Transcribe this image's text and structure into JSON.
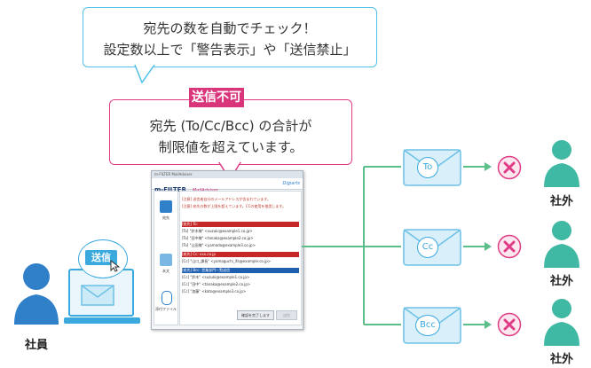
{
  "top_callout": {
    "line1": "宛先の数を自動でチェック！",
    "line2": "設定数以上で「警告表示」や「送信禁止」"
  },
  "badge": {
    "label": "送信不可"
  },
  "mid_callout": {
    "line1": "宛先 (To/Cc/Bcc) の合計が",
    "line2": "制限値を超えています。"
  },
  "employee": {
    "label": "社員"
  },
  "laptop": {
    "send_button": "送信"
  },
  "app_window": {
    "title": "m-FILTER MailAdviser",
    "brand": "m-FILTER",
    "product": "MailAdviser",
    "vendor": "Digiarts",
    "sidebar": [
      {
        "label": "宛先"
      },
      {
        "label": "本文"
      },
      {
        "label": "添付ファイル"
      }
    ],
    "warnings": [
      "[注意] 送信者自分のメールアドレスが含まれています。",
      "[注意] 宛先の数が上限を超えています。CCの使用を推奨します。"
    ],
    "sections": [
      {
        "header": "[宛先] To:",
        "rows": [
          "[To] \"鈴木様\" <suzuki@example1.co.jp>",
          "[To] \"田中様\" <tanaka@example2.co.jp>",
          "[To] \"山田様\" <yamada@example3.co.jp>"
        ]
      },
      {
        "header": "[宛先] Cc: xxx.co.jp",
        "rows": [
          "[Cc] \"山口_課長\" <yamaguchi_ifa@example.co.jp>"
        ]
      },
      {
        "header": "[宛先] Bcc: 営業部門一覧送信",
        "rows": [
          "[Cc] \"鈴木\" <suzuki@example1.co.jp>",
          "[Cc] \"田中\" <tanaka@example2.co.jp>",
          "[Cc] \"加藤\" <kato@example3.co.jp>"
        ]
      }
    ],
    "buttons": {
      "confirm": "確認を完了します",
      "send": "送信"
    }
  },
  "recipients": [
    {
      "type": "To",
      "label": "社外"
    },
    {
      "type": "Cc",
      "label": "社外"
    },
    {
      "type": "Bcc",
      "label": "社外"
    }
  ],
  "colors": {
    "blue_accent": "#39a9de",
    "pink_accent": "#e03b86",
    "green_line": "#5cbf8a",
    "person_teal": "#3fb8a4",
    "employee_blue": "#2f7fc9"
  }
}
